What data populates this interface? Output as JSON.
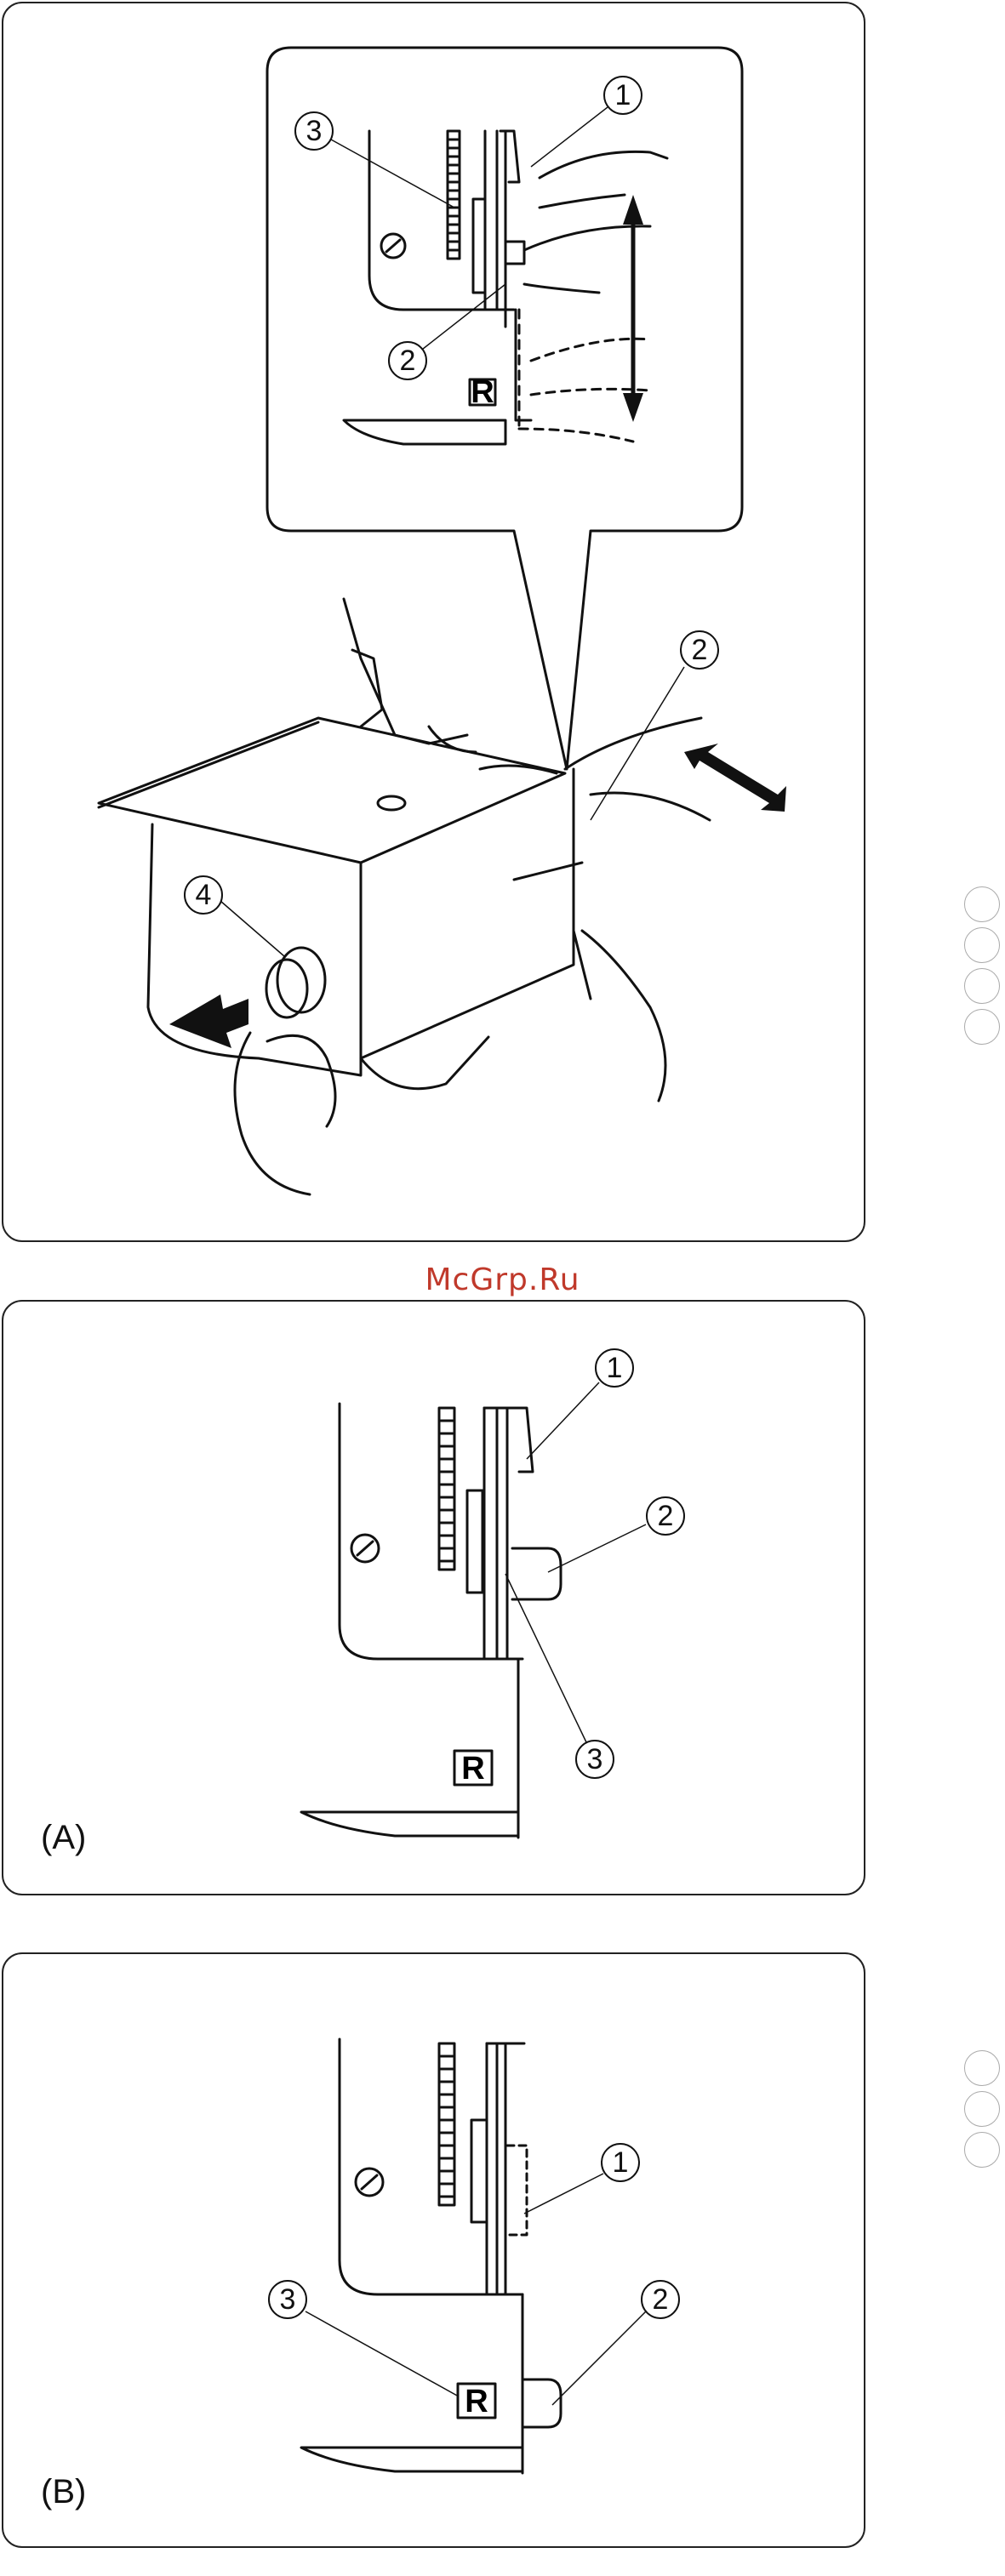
{
  "watermark": "McGrp.Ru",
  "panels": [
    {
      "label": "",
      "callouts": [
        "1",
        "2",
        "3",
        "2",
        "4"
      ],
      "r_mark": "R"
    },
    {
      "label": "(A)",
      "callouts": [
        "1",
        "2",
        "3"
      ],
      "r_mark": "R"
    },
    {
      "label": "(B)",
      "callouts": [
        "1",
        "2",
        "3"
      ],
      "r_mark": "R"
    }
  ]
}
